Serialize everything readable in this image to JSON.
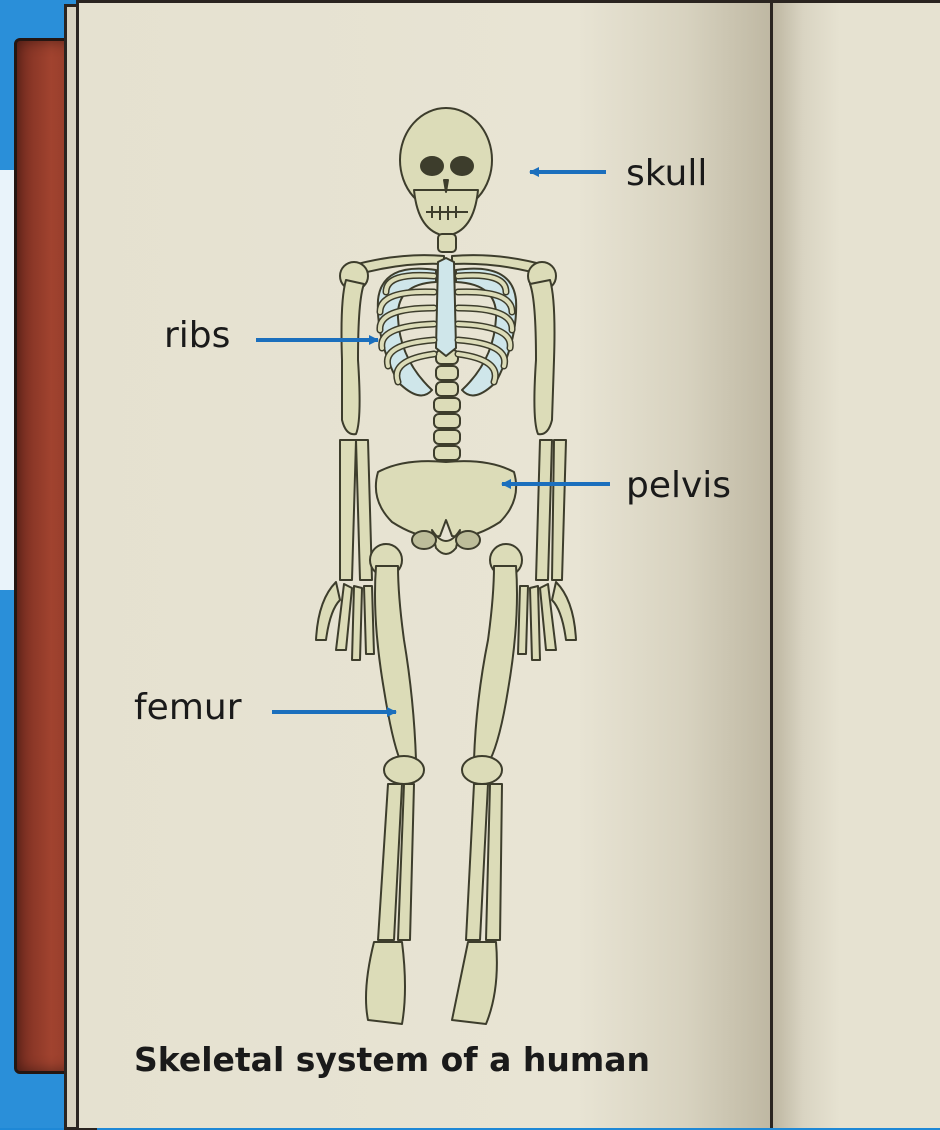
{
  "diagram": {
    "caption": "Skeletal system of a human",
    "labels": {
      "skull": "skull",
      "ribs": "ribs",
      "pelvis": "pelvis",
      "femur": "femur"
    },
    "arrow_color": "#1b6fbd",
    "bone_color": "#dcdcb8",
    "rib_cartilage_color": "#bfe0ec",
    "page_color": "#e8e4d4",
    "cover_color": "#a1432f",
    "background_color": "#1e88d6"
  }
}
